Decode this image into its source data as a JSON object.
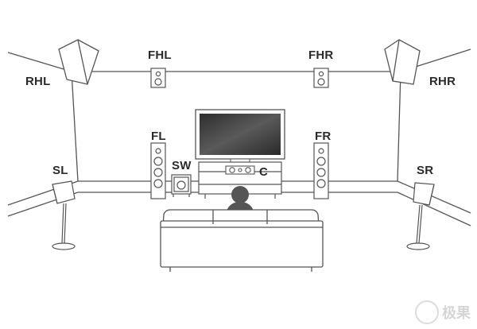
{
  "labels": {
    "rhl": "RHL",
    "fhl": "FHL",
    "fhr": "FHR",
    "rhr": "RHR",
    "fl": "FL",
    "fr": "FR",
    "sw": "SW",
    "c": "C",
    "sl": "SL",
    "sr": "SR"
  },
  "watermark": {
    "text": "极果"
  },
  "colors": {
    "line": "#555555",
    "fill": "#ffffff",
    "screen": "#3a3a3a",
    "listener": "#555555"
  }
}
